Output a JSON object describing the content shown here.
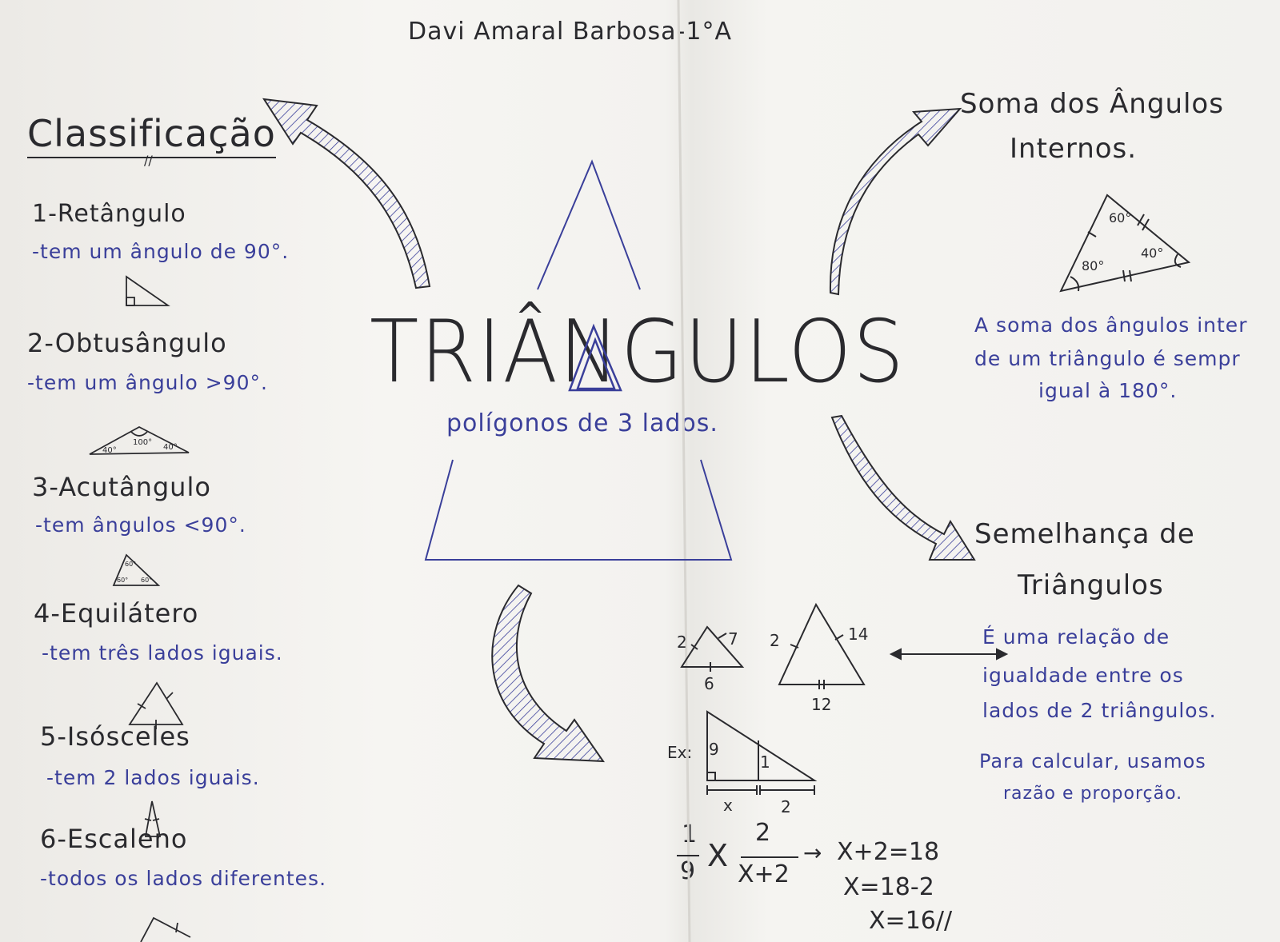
{
  "author": "Davi Amaral Barbosa-1°A",
  "title": "TRIÂNGULOS",
  "subtitle": "polígonos de 3 lados.",
  "classification": {
    "heading": "Classificação",
    "items": [
      {
        "name": "1-Retângulo",
        "desc": "-tem um ângulo de 90°."
      },
      {
        "name": "2-Obtusângulo",
        "desc": "-tem um ângulo >90°."
      },
      {
        "name": "3-Acutângulo",
        "desc": "-tem ângulos <90°."
      },
      {
        "name": "4-Equilátero",
        "desc": "-tem três lados iguais."
      },
      {
        "name": "5-Isósceles",
        "desc": "-tem 2 lados iguais."
      },
      {
        "name": "6-Escaleno",
        "desc": "-todos os lados diferentes."
      }
    ],
    "obtuse_angles": [
      "40°",
      "100°",
      "40°"
    ],
    "acute_angles": [
      "60°",
      "60°",
      "60°"
    ]
  },
  "sum_of_angles": {
    "heading_line1": "Soma dos Ângulos",
    "heading_line2": "Internos.",
    "angles": [
      "60°",
      "80°",
      "40°"
    ],
    "text_line1": "A soma dos ângulos inter",
    "text_line2": "de um triângulo é sempr",
    "text_line3": "igual à 180°."
  },
  "similarity": {
    "heading_line1": "Semelhança de",
    "heading_line2": "Triângulos",
    "text_line1": "É uma relação de",
    "text_line2": "igualdade entre os",
    "text_line3": "lados de 2 triângulos.",
    "text_line4": "Para calcular, usamos",
    "text_line5": "razão e proporção.",
    "small_triangle": {
      "left": "2",
      "right": "7",
      "base": "6"
    },
    "big_triangle": {
      "left": "2",
      "right": "14",
      "base": "12"
    }
  },
  "example": {
    "label": "Ex:",
    "left_height": "9",
    "inner_height": "1",
    "base_left": "x",
    "base_right": "2",
    "frac1_num": "1",
    "frac1_den": "9",
    "times": "X",
    "frac2_num": "2",
    "frac2_den": "X+2",
    "arrow": "→",
    "step1": "X+2=18",
    "step2": "X=18-2",
    "step3": "X=16//"
  },
  "colors": {
    "ink": "#2a2a2e",
    "blue": "#3a3f9a",
    "paper": "#f3f2ef"
  }
}
